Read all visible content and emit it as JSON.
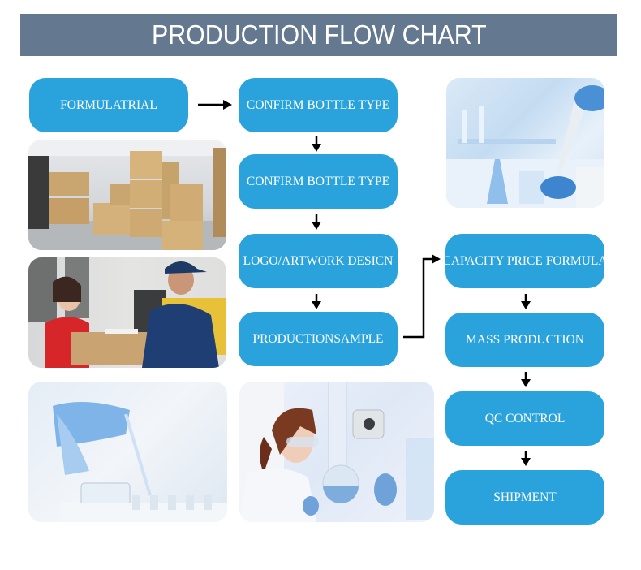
{
  "title": "PRODUCTION FLOW CHART",
  "colors": {
    "banner": "#64788f",
    "step_box": "#2aa3dc",
    "step_text": "#ffffff",
    "arrow": "#000000"
  },
  "steps": [
    {
      "id": "formula-trial",
      "label": "FORMULATRIAL"
    },
    {
      "id": "confirm-bottle-type-1",
      "label": "CONFIRM BOTTLE TYPE"
    },
    {
      "id": "confirm-bottle-type-2",
      "label": "CONFIRM BOTTLE TYPE"
    },
    {
      "id": "logo-artwork-design",
      "label": "LOGO/ARTWORK DESICN"
    },
    {
      "id": "production-sample",
      "label": "PRODUCTIONSAMPLE"
    },
    {
      "id": "capacity-price-formula",
      "label": "CAPACITY PRICE FORMULA"
    },
    {
      "id": "mass-production",
      "label": "MASS PRODUCTION"
    },
    {
      "id": "qc-control",
      "label": "QC CONTROL"
    },
    {
      "id": "shipment",
      "label": "SHIPMENT"
    }
  ],
  "flow": [
    [
      "formula-trial",
      "confirm-bottle-type-1"
    ],
    [
      "confirm-bottle-type-1",
      "confirm-bottle-type-2"
    ],
    [
      "confirm-bottle-type-2",
      "logo-artwork-design"
    ],
    [
      "logo-artwork-design",
      "production-sample"
    ],
    [
      "production-sample",
      "capacity-price-formula"
    ],
    [
      "capacity-price-formula",
      "mass-production"
    ],
    [
      "mass-production",
      "qc-control"
    ],
    [
      "qc-control",
      "shipment"
    ]
  ],
  "photos": [
    {
      "id": "lab-pipette-photo",
      "subject": "laboratory glassware with gloved hand and pipette"
    },
    {
      "id": "warehouse-photo",
      "subject": "warehouse with stacked cardboard boxes and forklift"
    },
    {
      "id": "delivery-photo",
      "subject": "courier handing package to customer"
    },
    {
      "id": "lab-vials-photo",
      "subject": "gloved hand with pipette over vials"
    },
    {
      "id": "scientist-photo",
      "subject": "scientist with safety goggles at lab apparatus"
    }
  ]
}
